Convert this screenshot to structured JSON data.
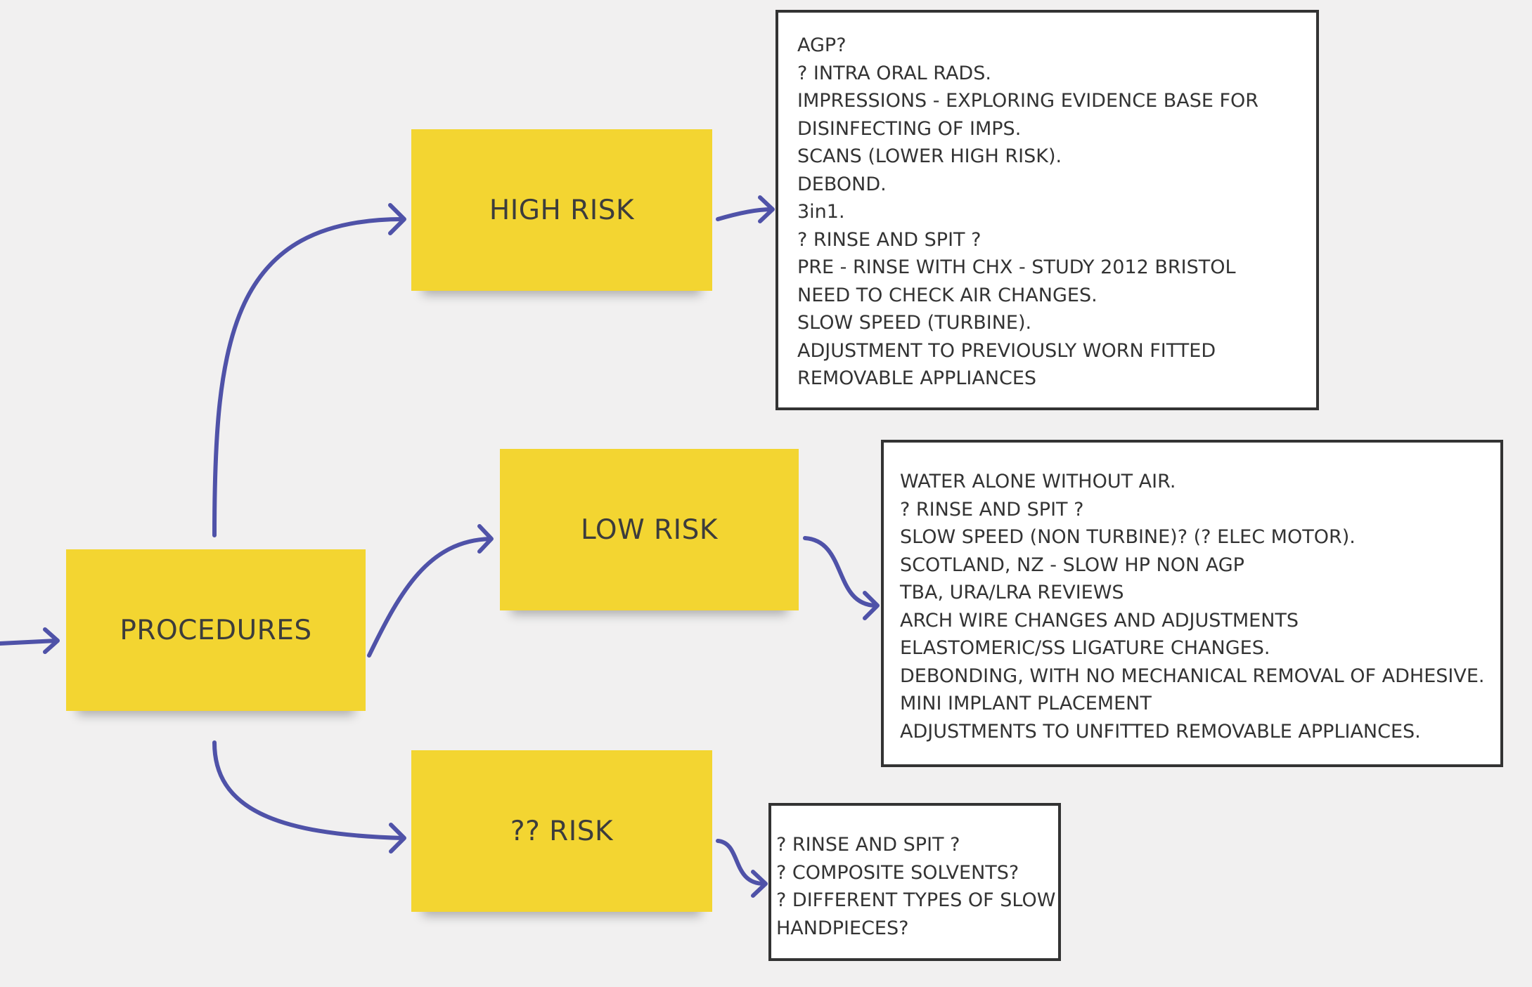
{
  "colors": {
    "canvas": "#f1f0f0",
    "sticky": "#f3d531",
    "connector": "#4f52a8",
    "box_border": "#333333"
  },
  "stickies": {
    "procedures": "PROCEDURES",
    "high_risk": "HIGH RISK",
    "low_risk": "LOW RISK",
    "unknown_risk": "?? RISK"
  },
  "notes": {
    "high_risk": [
      "AGP?",
      "? INTRA ORAL RADS.",
      "IMPRESSIONS - EXPLORING EVIDENCE BASE FOR",
      "DISINFECTING OF IMPS.",
      "SCANS (LOWER HIGH RISK).",
      "DEBOND.",
      "3in1.",
      "? RINSE AND SPIT ?",
      "PRE - RINSE WITH CHX - STUDY 2012 BRISTOL",
      "NEED TO CHECK AIR CHANGES.",
      "SLOW SPEED (TURBINE).",
      "ADJUSTMENT TO PREVIOUSLY WORN FITTED",
      "REMOVABLE APPLIANCES"
    ],
    "low_risk": [
      "WATER ALONE WITHOUT AIR.",
      "? RINSE AND SPIT ?",
      "SLOW SPEED (NON TURBINE)? (? ELEC MOTOR).",
      "SCOTLAND, NZ - SLOW HP NON AGP",
      "TBA, URA/LRA REVIEWS",
      "ARCH WIRE CHANGES AND ADJUSTMENTS",
      "ELASTOMERIC/SS LIGATURE CHANGES.",
      "DEBONDING, WITH NO MECHANICAL REMOVAL OF ADHESIVE.",
      "MINI IMPLANT PLACEMENT",
      "ADJUSTMENTS TO UNFITTED REMOVABLE APPLIANCES."
    ],
    "unknown_risk": [
      "? RINSE AND SPIT ?",
      "? COMPOSITE SOLVENTS?",
      "? DIFFERENT TYPES OF SLOW",
      "HANDPIECES?"
    ]
  }
}
